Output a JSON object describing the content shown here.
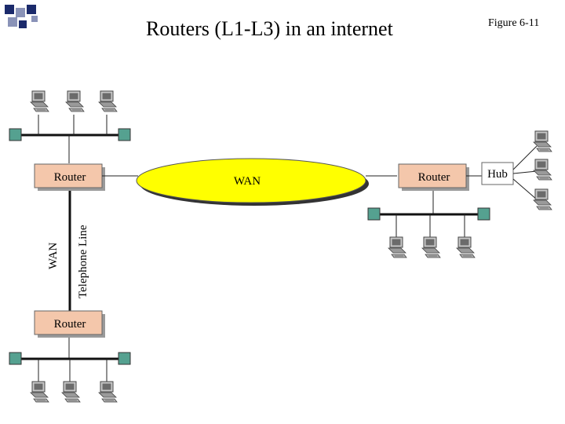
{
  "title": "Routers (L1-L3) in an internet",
  "figure_label": "Figure 6-11",
  "wan_label": "WAN",
  "router_label": "Router",
  "hub_label": "Hub",
  "wan_link_label": "WAN",
  "telephone_line_label": "Telephone Line",
  "colors": {
    "wan_cloud": "#ffff00",
    "router": "#f4c7ab",
    "terminator": "#55a190",
    "hub": "#ffffff"
  }
}
